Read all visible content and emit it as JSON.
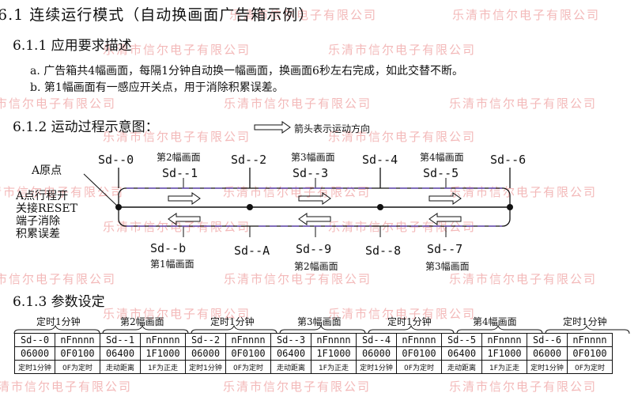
{
  "watermark_text": "乐清市信尔电子有限公司",
  "title": "6.1 连续运行模式（自动换画面广告箱示例）",
  "s611": {
    "heading": "6.1.1  应用要求描述",
    "line_a": "a. 广告箱共4幅画面，每隔1分钟自动换一幅画面，换画面6秒左右完成，如此交替不断。",
    "line_b": "b. 第1幅画面有一感应开关点，用于消除积累误差。"
  },
  "s612": {
    "heading": "6.1.2 运动过程示意图：",
    "legend": "箭头表示运动方向",
    "a_point": "A原点",
    "a_desc": [
      "A点行程开",
      "关接RESET",
      "端子消除",
      "积累误差"
    ],
    "top_sd": [
      "Sd--0",
      "Sd--2",
      "Sd--4",
      "Sd--6"
    ],
    "top_pics": [
      "第2幅画面",
      "第3幅画面",
      "第4幅画面"
    ],
    "top_sd_odd": [
      "Sd--1",
      "Sd--3",
      "Sd--5"
    ],
    "bottom_sd": [
      "Sd--b",
      "Sd--A",
      "Sd--9",
      "Sd--8",
      "Sd--7"
    ],
    "bottom_pics": [
      "第1幅画面",
      "第2幅画面",
      "第3幅画面"
    ]
  },
  "s613": {
    "heading": "6.1.3  参数设定",
    "brace_labels": [
      "定时1分钟",
      "第2幅画面",
      "定时1分钟",
      "第3幅画面",
      "定时1分钟",
      "第4幅画面",
      "定时1分钟"
    ],
    "row1": [
      "Sd--0",
      "nFnnnn",
      "Sd--1",
      "nFnnnn",
      "Sd--2",
      "nFnnnn",
      "Sd--3",
      "nFnnnn",
      "Sd--4",
      "nFnnnn",
      "Sd--5",
      "nFnnnn",
      "Sd--6",
      "nFnnnn"
    ],
    "row2": [
      "06000",
      "0F0100",
      "06400",
      "1F1000",
      "06000",
      "0F0100",
      "06400",
      "1F1000",
      "06000",
      "0F0100",
      "06400",
      "1F1000",
      "06000",
      "0F0100"
    ],
    "row3": [
      "定时1分钟",
      "0F为定时",
      "走动距离",
      "1F为正走",
      "定时1分钟",
      "0F为定时",
      "走动距离",
      "1F为正走",
      "定时1分钟",
      "0F为定时",
      "走动距离",
      "1F为正走",
      "定时1分钟",
      "0F为定时"
    ]
  }
}
